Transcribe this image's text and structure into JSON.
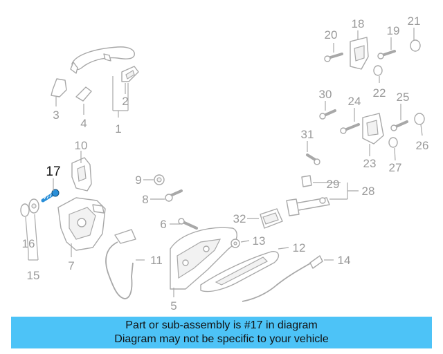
{
  "diagram": {
    "highlight_color": "#2a8fd8",
    "callouts": [
      "1",
      "2",
      "3",
      "4",
      "5",
      "6",
      "7",
      "8",
      "9",
      "10",
      "11",
      "12",
      "13",
      "14",
      "15",
      "16",
      "17",
      "18",
      "19",
      "20",
      "21",
      "22",
      "23",
      "24",
      "25",
      "26",
      "27",
      "28",
      "29",
      "30",
      "31",
      "32"
    ],
    "highlighted_callout": "17"
  },
  "banner": {
    "line1": "Part or sub-assembly is #17 in diagram",
    "line2": "Diagram may not be specific to your vehicle",
    "color": "#4dc3f7"
  }
}
